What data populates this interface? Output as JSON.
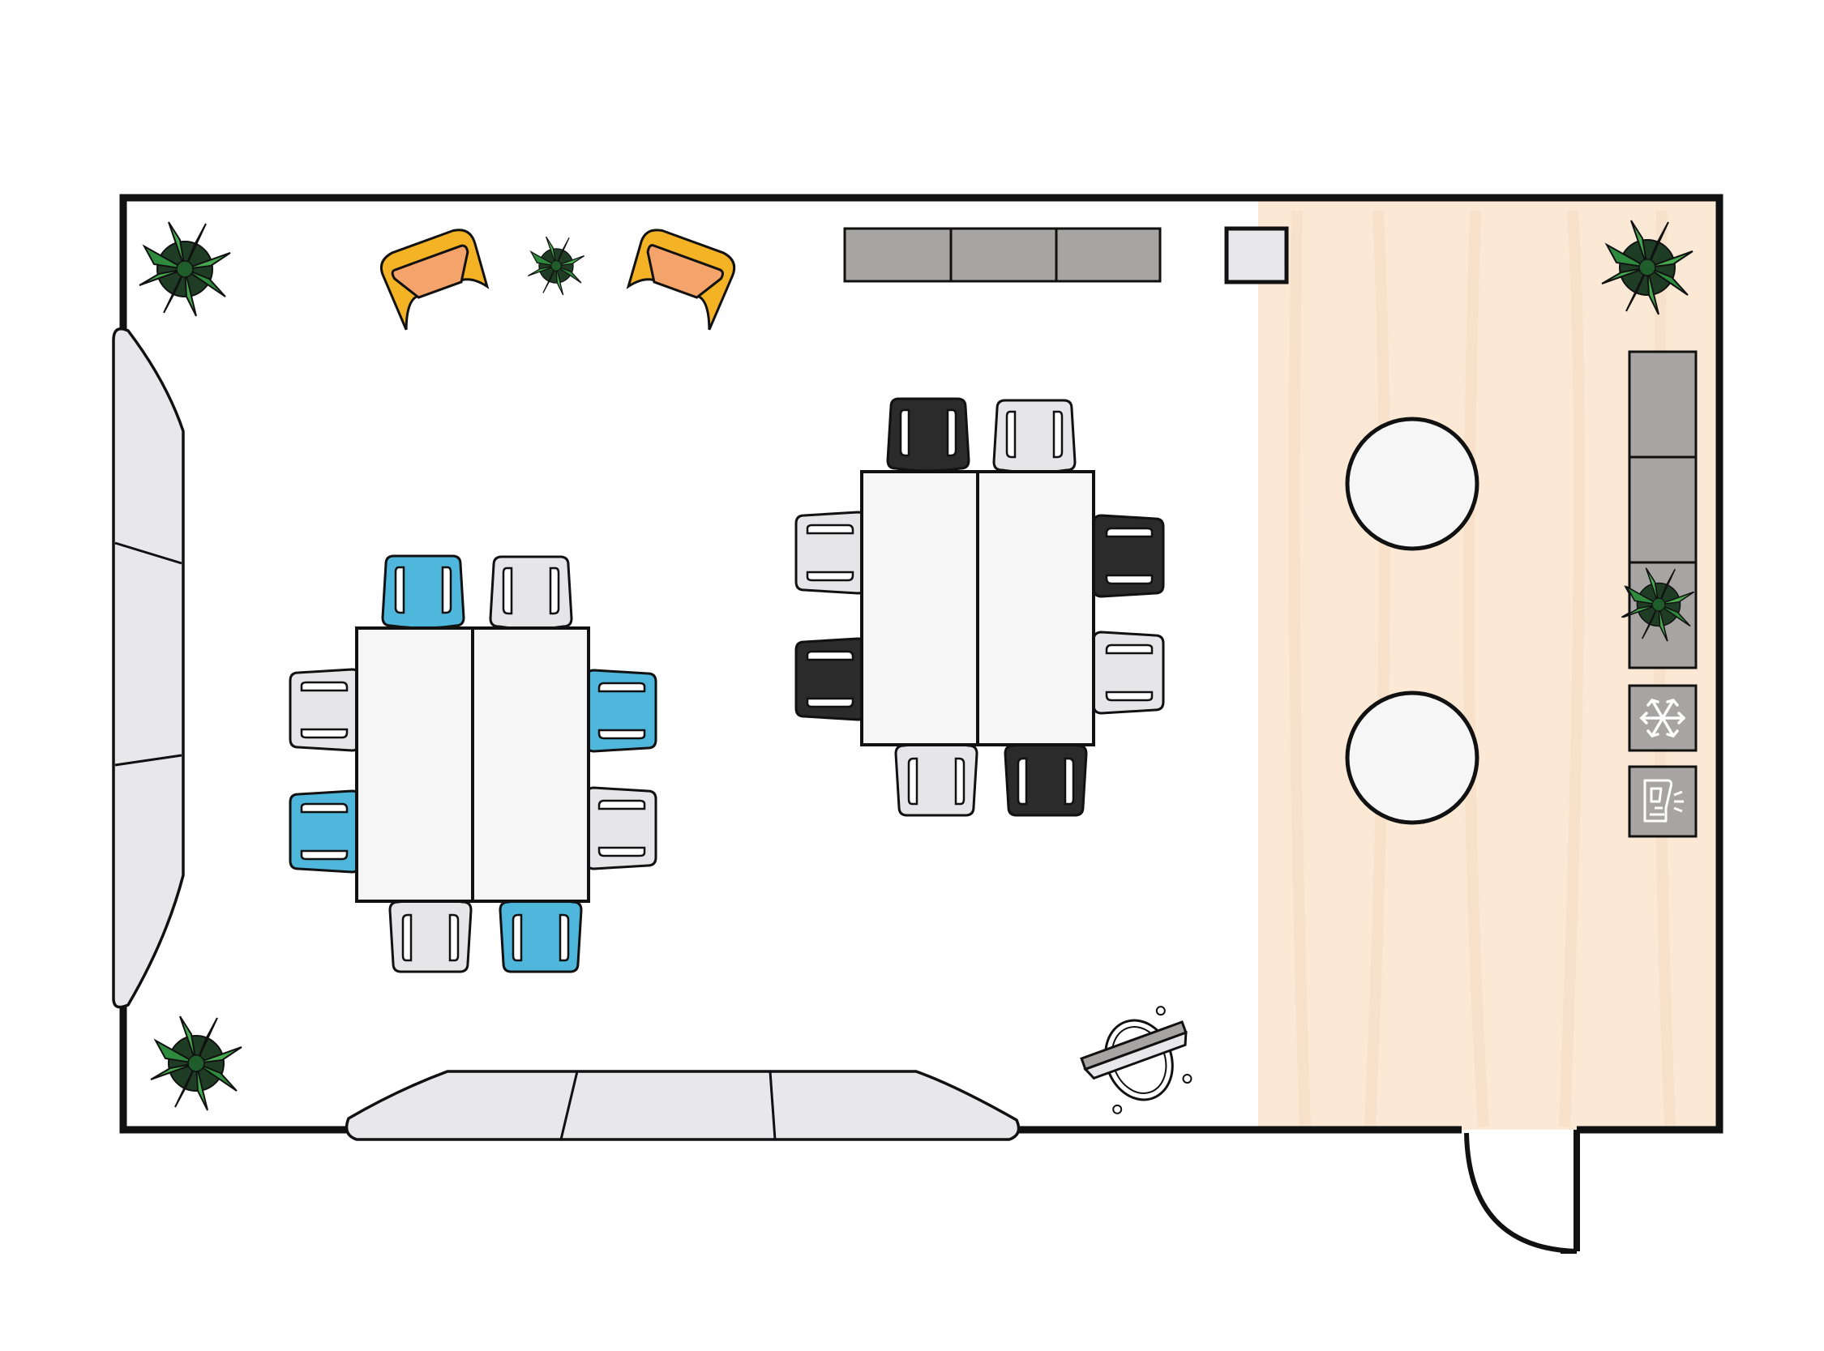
{
  "colors": {
    "wall": "#111111",
    "floor": "#ffffff",
    "kitchen_floor": "#fbe9d6",
    "chair_white": "#e6e6e8",
    "chair_blue": "#4fb6dc",
    "chair_black": "#2b2b2b",
    "armchair_shell": "#f4b324",
    "armchair_seat": "#f4a46a",
    "cabinet": "#a7a5a3",
    "table": "#f6f6f6",
    "sofa": "#e8e8ea",
    "plant_dark": "#1f5e2a",
    "plant_mid": "#2e8b3e",
    "plant_light": "#46a84f"
  },
  "furniture": {
    "table_groups": [
      {
        "name": "table-group-left",
        "chair_colors": {
          "top": [
            "blue",
            "white"
          ],
          "bottom": [
            "white",
            "blue"
          ],
          "left": [
            "white",
            "blue"
          ],
          "right": [
            "blue",
            "white"
          ]
        }
      },
      {
        "name": "table-group-right",
        "chair_colors": {
          "top": [
            "black",
            "white"
          ],
          "bottom": [
            "white",
            "black"
          ],
          "left": [
            "white",
            "black"
          ],
          "right": [
            "black",
            "white"
          ]
        }
      }
    ],
    "plants": 5,
    "armchairs": 2,
    "round_tables": 2,
    "kitchen_cabinets": 3,
    "appliances": [
      "snowflake-icon",
      "coffee-machine-icon"
    ]
  }
}
